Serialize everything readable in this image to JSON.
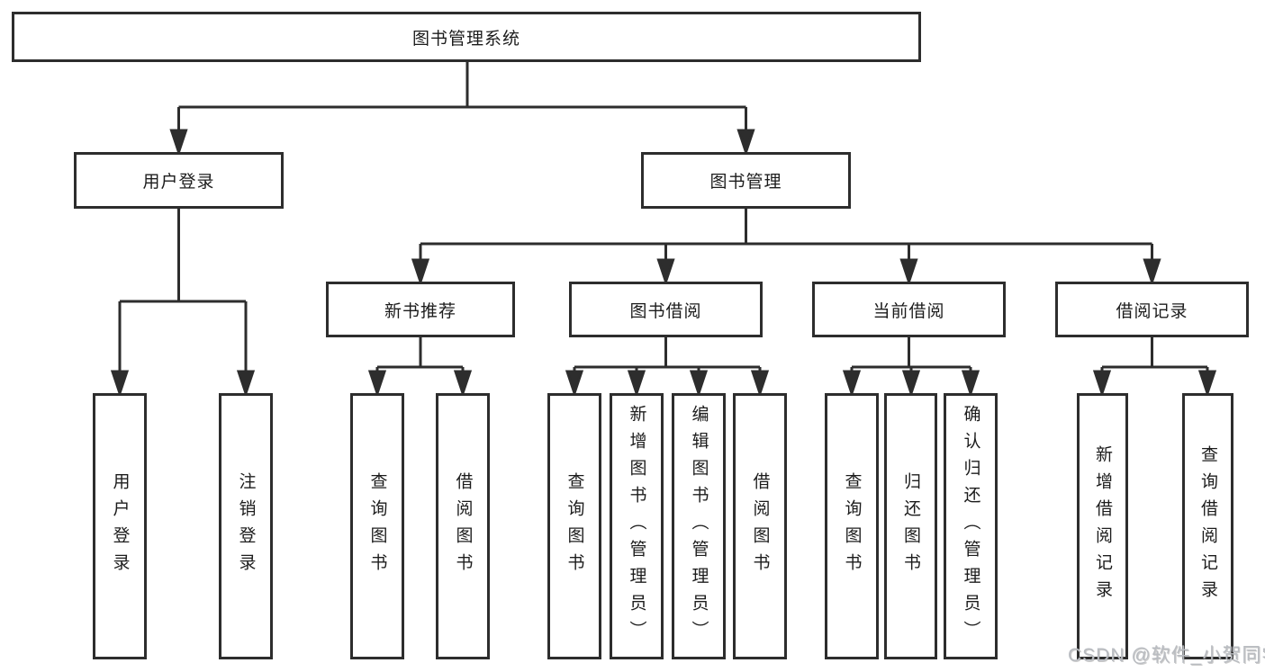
{
  "diagram_type": "hierarchy-tree",
  "tree": {
    "label": "图书管理系统",
    "children": [
      {
        "label": "用户登录",
        "children": [
          {
            "label": "用户登录"
          },
          {
            "label": "注销登录"
          }
        ]
      },
      {
        "label": "图书管理",
        "children": [
          {
            "label": "新书推荐",
            "children": [
              {
                "label": "查询图书"
              },
              {
                "label": "借阅图书"
              }
            ]
          },
          {
            "label": "图书借阅",
            "children": [
              {
                "label": "查询图书"
              },
              {
                "label": "新增图书（管理员）"
              },
              {
                "label": "编辑图书（管理员）"
              },
              {
                "label": "借阅图书"
              }
            ]
          },
          {
            "label": "当前借阅",
            "children": [
              {
                "label": "查询图书"
              },
              {
                "label": "归还图书"
              },
              {
                "label": "确认归还（管理员）"
              }
            ]
          },
          {
            "label": "借阅记录",
            "children": [
              {
                "label": "新增借阅记录"
              },
              {
                "label": "查询借阅记录"
              }
            ]
          }
        ]
      }
    ]
  },
  "watermark": {
    "text": "CSDN @软件_小贺同学"
  },
  "colors": {
    "line": "#2d2d2d",
    "box_border": "#2d2d2d",
    "text": "#1c1c1c",
    "background": "#ffffff",
    "watermark": "#b9bcc1"
  }
}
